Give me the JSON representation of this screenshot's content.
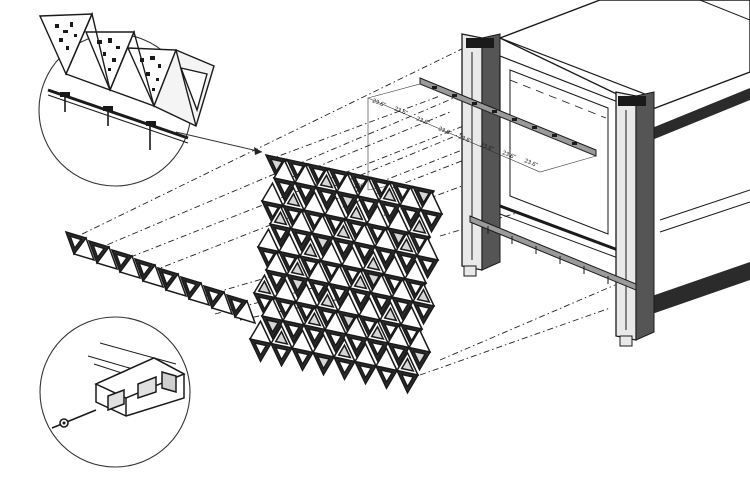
{
  "diagram": {
    "dimension_labels": [
      {
        "text": "23.6\""
      },
      {
        "text": "23.6\""
      },
      {
        "text": "23.6\""
      },
      {
        "text": "23.6\""
      },
      {
        "text": "23.6\""
      },
      {
        "text": "23.6\""
      },
      {
        "text": "23.6\""
      },
      {
        "text": "23.6\""
      },
      {
        "text": "206\""
      }
    ],
    "colors": {
      "line": "#1a1a1a",
      "dark_fill": "#2b2b2b",
      "mid_fill": "#8a8a8a",
      "light_fill": "#d6d6d6",
      "background": "#ffffff"
    },
    "icons": [
      "detail-callout-top",
      "detail-callout-bottom",
      "panel-strip",
      "triangular-panel-grid",
      "building-frame",
      "mounting-rails"
    ]
  }
}
